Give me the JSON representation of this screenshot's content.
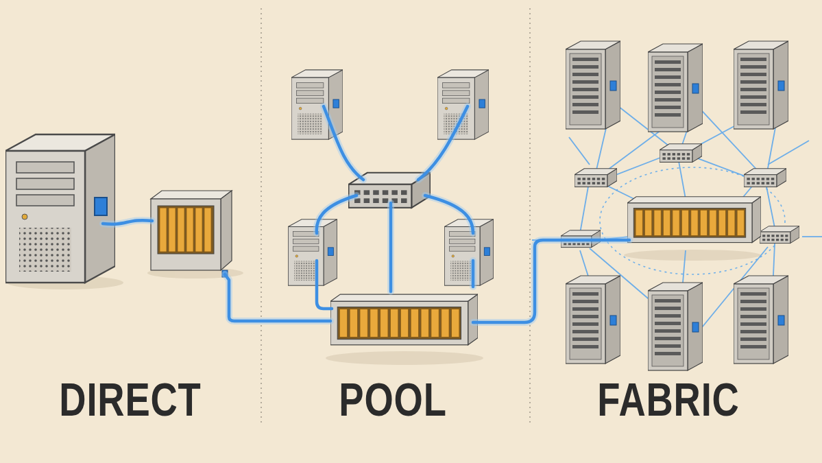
{
  "diagram": {
    "labels": [
      "DIRECT",
      "POOL",
      "FABRIC"
    ]
  }
}
